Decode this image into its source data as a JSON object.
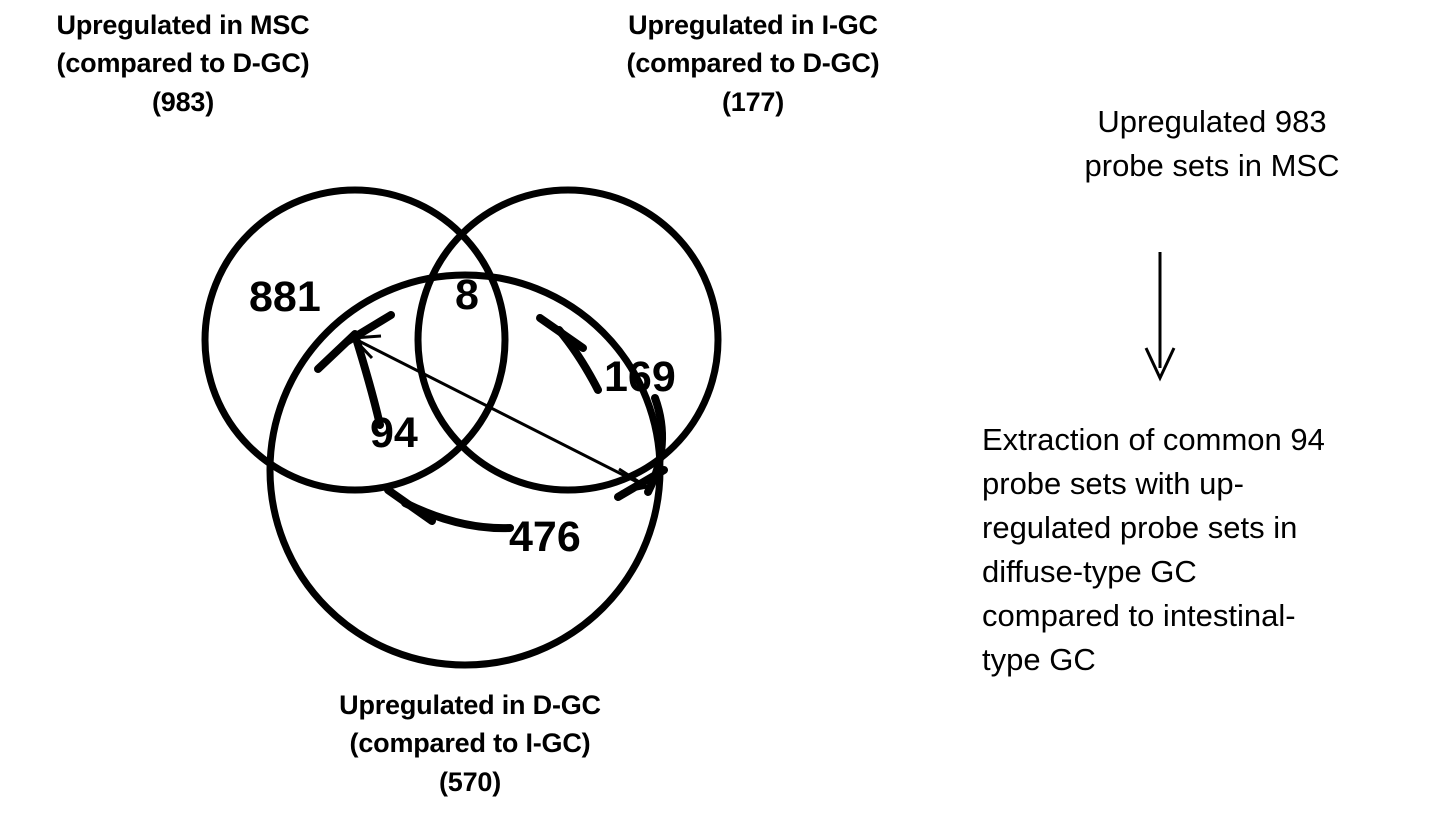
{
  "figure": {
    "type": "venn-diagram-3-set",
    "background_color": "#ffffff",
    "stroke_color": "#000000"
  },
  "venn": {
    "sets": [
      {
        "id": "msc",
        "position": "top-left",
        "caption": "Upregulated in MSC\n(compared to D-GC)\n(983)",
        "name": "Upregulated in MSC",
        "comparison": "(compared to D-GC)",
        "total": "(983)",
        "total_value": 983
      },
      {
        "id": "igc",
        "position": "top-right",
        "caption": "Upregulated in I-GC\n(compared to D-GC)\n(177)",
        "name": "Upregulated in I-GC",
        "comparison": "(compared to D-GC)",
        "total": "(177)",
        "total_value": 177
      },
      {
        "id": "dgc",
        "position": "bottom",
        "caption": "Upregulated  in D-GC\n(compared to I-GC)\n(570)",
        "name": "Upregulated  in D-GC",
        "comparison": "(compared to I-GC)",
        "total": "(570)",
        "total_value": 570
      }
    ],
    "regions": [
      {
        "id": "msc-only",
        "label": "881",
        "value": 881,
        "members": [
          "msc"
        ]
      },
      {
        "id": "msc-igc",
        "label": "8",
        "value": 8,
        "members": [
          "msc",
          "igc"
        ]
      },
      {
        "id": "igc-only",
        "label": "169",
        "value": 169,
        "members": [
          "igc"
        ]
      },
      {
        "id": "msc-dgc",
        "label": "94",
        "value": 94,
        "members": [
          "msc",
          "dgc"
        ]
      },
      {
        "id": "dgc-only",
        "label": "476",
        "value": 476,
        "members": [
          "dgc"
        ]
      }
    ]
  },
  "annotations": {
    "note_top": "Upregulated 983\nprobe sets in MSC",
    "note_bottom": "Extraction of common 94\nprobe sets with up-\nregulated probe sets in\ndiffuse-type GC\ncompared to intestinal-\ntype GC",
    "flow_arrow": "down-arrow"
  },
  "chart_data": {
    "type": "venn",
    "title": "",
    "set_labels": [
      "Upregulated in MSC (compared to D-GC) (983)",
      "Upregulated in I-GC (compared to D-GC) (177)",
      "Upregulated  in D-GC (compared to I-GC) (570)"
    ],
    "set_totals": [
      983,
      177,
      570
    ],
    "region_labels": [
      "881",
      "8",
      "169",
      "94",
      "476"
    ],
    "region_values": [
      881,
      8,
      169,
      94,
      476
    ],
    "regions": {
      "MSC only": 881,
      "MSC n I-GC": 8,
      "I-GC only": 169,
      "MSC n D-GC": 94,
      "D-GC only": 476
    },
    "legend": "none",
    "grid": false
  }
}
